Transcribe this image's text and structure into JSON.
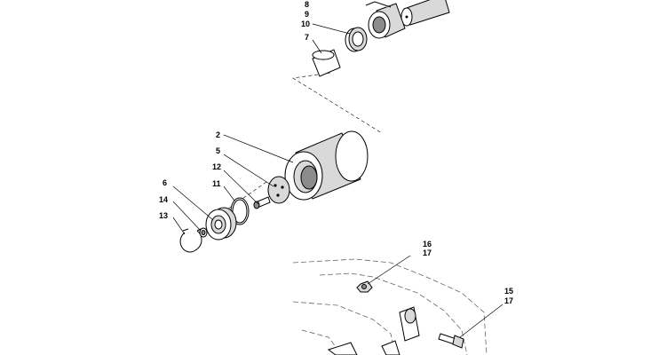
{
  "callouts": {
    "c8": "8",
    "c9": "9",
    "c10": "10",
    "c7": "7",
    "c2": "2",
    "c5": "5",
    "c12": "12",
    "c11": "11",
    "c6": "6",
    "c14": "14",
    "c13": "13",
    "c16": "16",
    "c17a": "17",
    "c15": "15",
    "c17b": "17"
  }
}
